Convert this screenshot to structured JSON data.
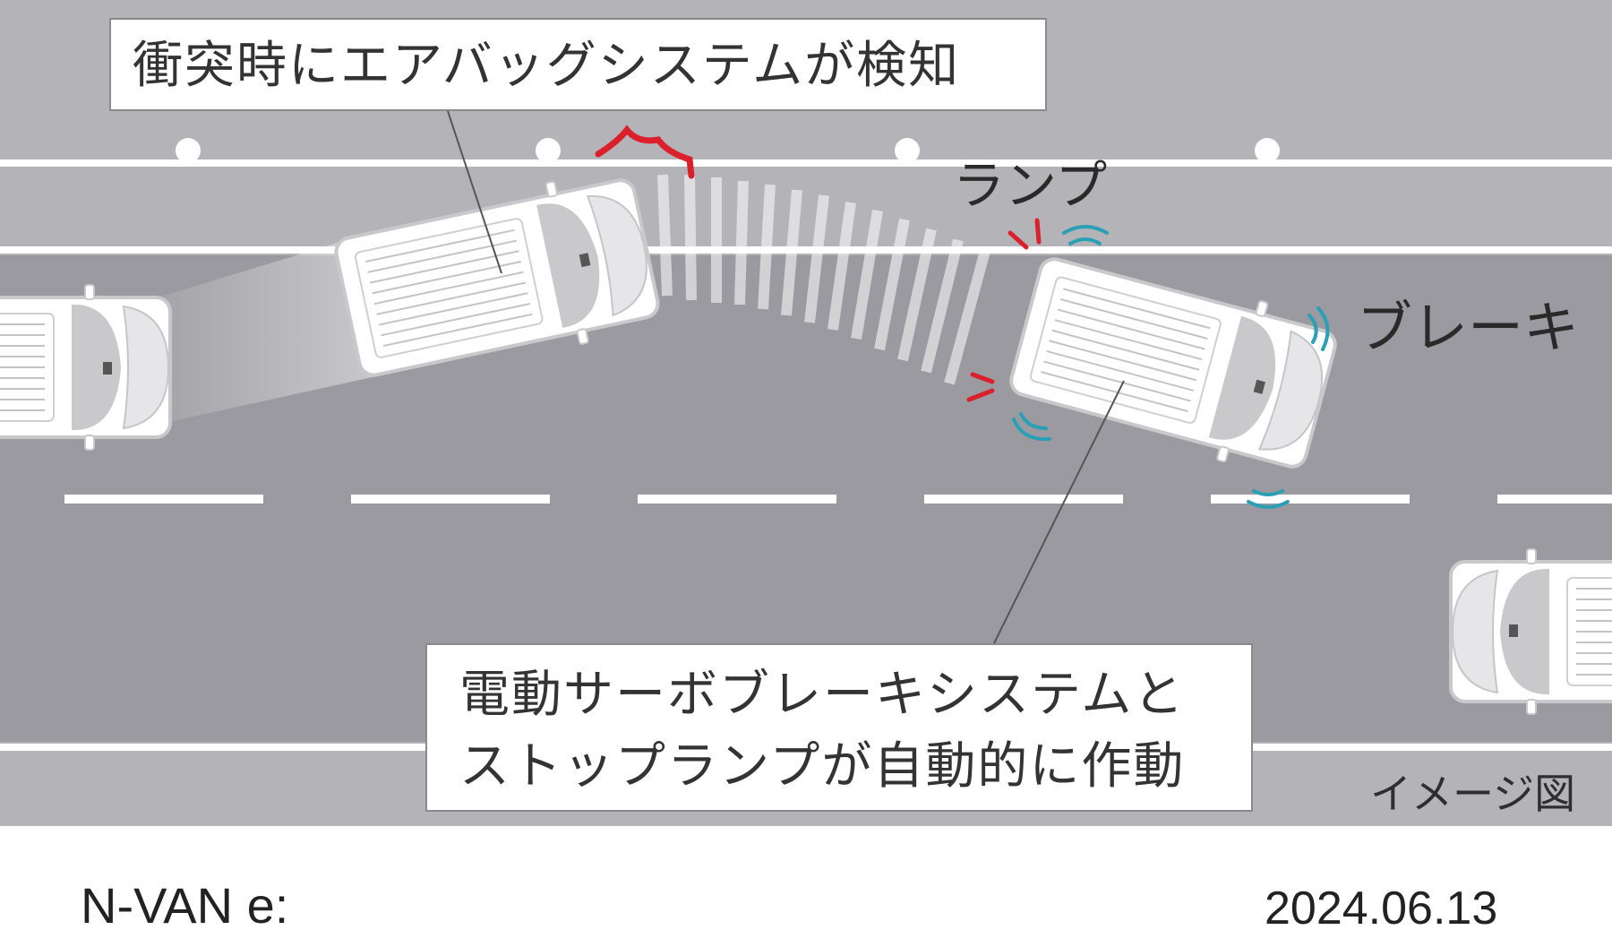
{
  "callouts": {
    "airbag_detect": "衝突時にエアバッグシステムが検知",
    "brake_line1": "電動サーボブレーキシステムと",
    "brake_line2": "ストップランプが自動的に作動"
  },
  "labels": {
    "lamp": "ランプ",
    "brake": "ブレーキ",
    "image_note": "イメージ図"
  },
  "footer": {
    "model": "N-VAN e:",
    "date": "2024.06.13"
  },
  "colors": {
    "road_dark": "#9b9aa0",
    "road_light": "#b6b5ba",
    "impact_red": "#d9202b",
    "brake_cyan": "#2b9fb4"
  }
}
